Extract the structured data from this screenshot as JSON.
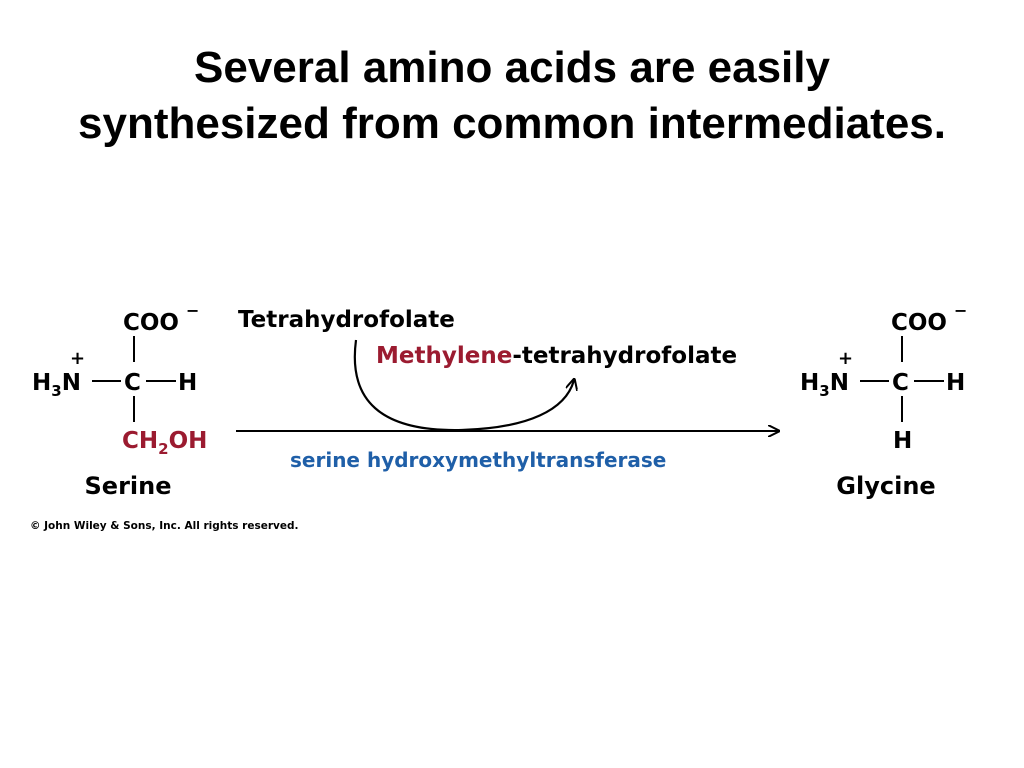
{
  "title": {
    "line1": "Several amino acids are easily",
    "line2": "synthesized from common intermediates."
  },
  "serine": {
    "coo": "COO",
    "coo_charge": "−",
    "plus": "+",
    "h3n": "H",
    "h3n_sub": "3",
    "n": "N",
    "c": "C",
    "h": "H",
    "ch2oh_ch": "CH",
    "ch2oh_sub": "2",
    "ch2oh_oh": "OH",
    "name": "Serine"
  },
  "glycine": {
    "coo": "COO",
    "coo_charge": "−",
    "plus": "+",
    "h3n": "H",
    "h3n_sub": "3",
    "n": "N",
    "c": "C",
    "h": "H",
    "h_bottom": "H",
    "name": "Glycine"
  },
  "reaction": {
    "cofactor_in": "Tetrahydrofolate",
    "cofactor_out_prefix": "Methylene",
    "cofactor_out_suffix": "-tetrahydrofolate",
    "enzyme": "serine hydroxymethyltransferase"
  },
  "colors": {
    "highlight": "#9b1b30",
    "enzyme": "#1f5fa8",
    "text": "#000000"
  },
  "copyright": "© John Wiley & Sons, Inc. All rights reserved."
}
